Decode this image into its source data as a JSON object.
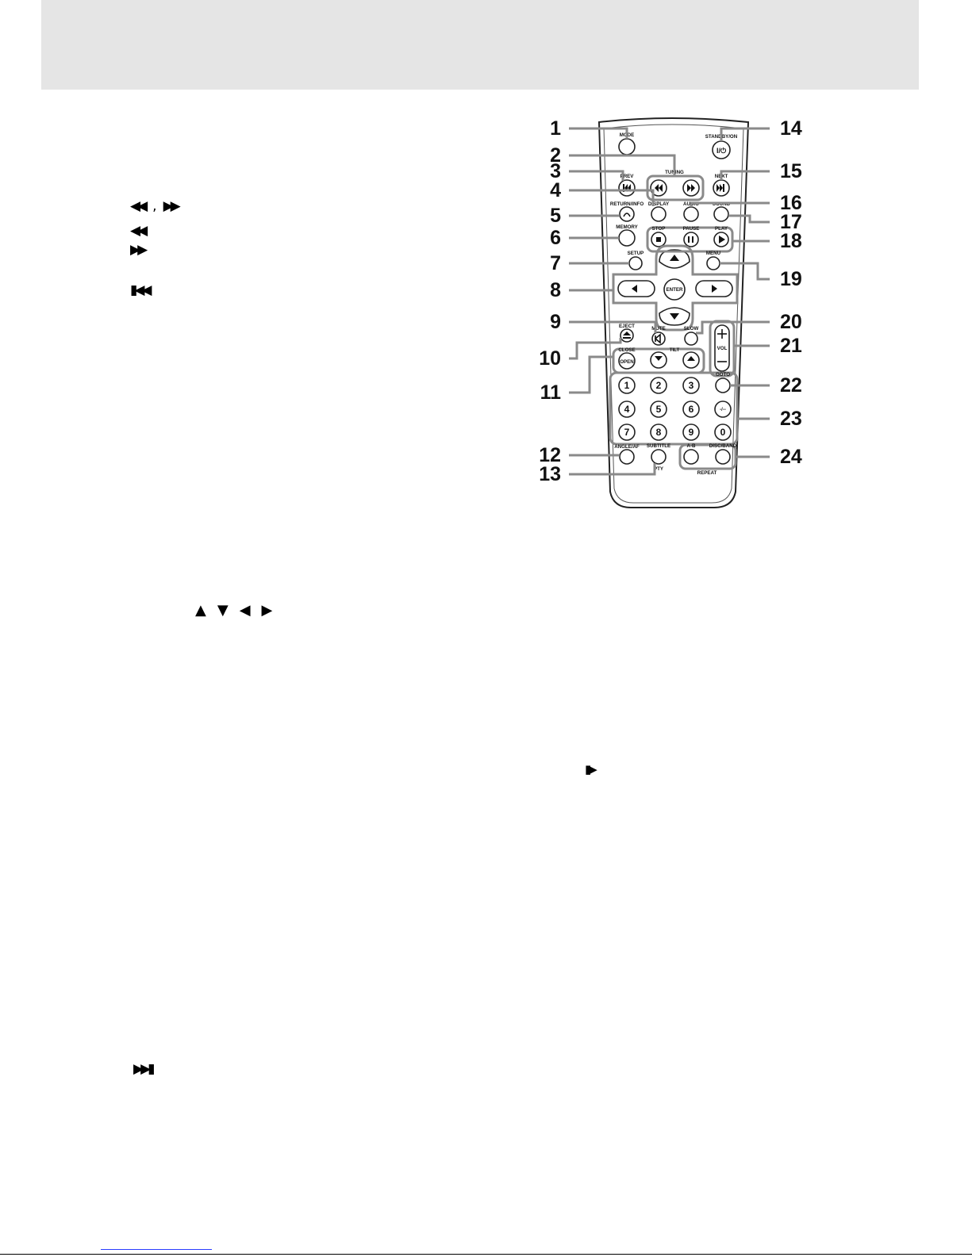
{
  "header": {
    "band_color": "#e5e5e5"
  },
  "symbols": {
    "rew_ff_pair": [
      "◀◀",
      "▶▶"
    ],
    "rew": "◀◀",
    "ff": "▶▶",
    "prev": "▮◀◀",
    "direction_arrows": [
      "▲",
      "▼",
      "◀",
      "▶"
    ],
    "step_play": "▮▶",
    "next": "▶▶▮"
  },
  "remote": {
    "callouts": [
      "1",
      "2",
      "3",
      "4",
      "5",
      "6",
      "7",
      "8",
      "9",
      "10",
      "11",
      "12",
      "13",
      "14",
      "15",
      "16",
      "17",
      "18",
      "19",
      "20",
      "21",
      "22",
      "23",
      "24"
    ],
    "buttons": {
      "mode": "MODE",
      "standby": "STANDBY/ON",
      "standby_glyph": "I/⏻",
      "tuning": "TUNING",
      "prev": "PREV",
      "next": "NEXT",
      "return": "RETURN/INFO",
      "display": "DISPLAY",
      "audio": "AUDIO",
      "sound": "SOUND",
      "memory": "MEMORY",
      "stop": "STOP",
      "pause": "PAUSE",
      "play": "PLAY",
      "setup": "SETUP",
      "menu": "MENU",
      "enter": "ENTER",
      "eject": "EJECT",
      "mute": "MUTE",
      "slow": "SLOW",
      "vol": "VOL",
      "close": "CLOSE",
      "open": "OPEN",
      "tilt": "TILT",
      "goto": "GOTO",
      "digits": [
        "1",
        "2",
        "3",
        "4",
        "5",
        "6",
        "7",
        "8",
        "9",
        "0"
      ],
      "dash": "-/--",
      "angle": "ANGLE/AF",
      "subtitle": "SUBTITLE",
      "pty": "PTY",
      "ab": "A-B",
      "disc_band": "DISC/BAND",
      "repeat": "REPEAT"
    }
  }
}
